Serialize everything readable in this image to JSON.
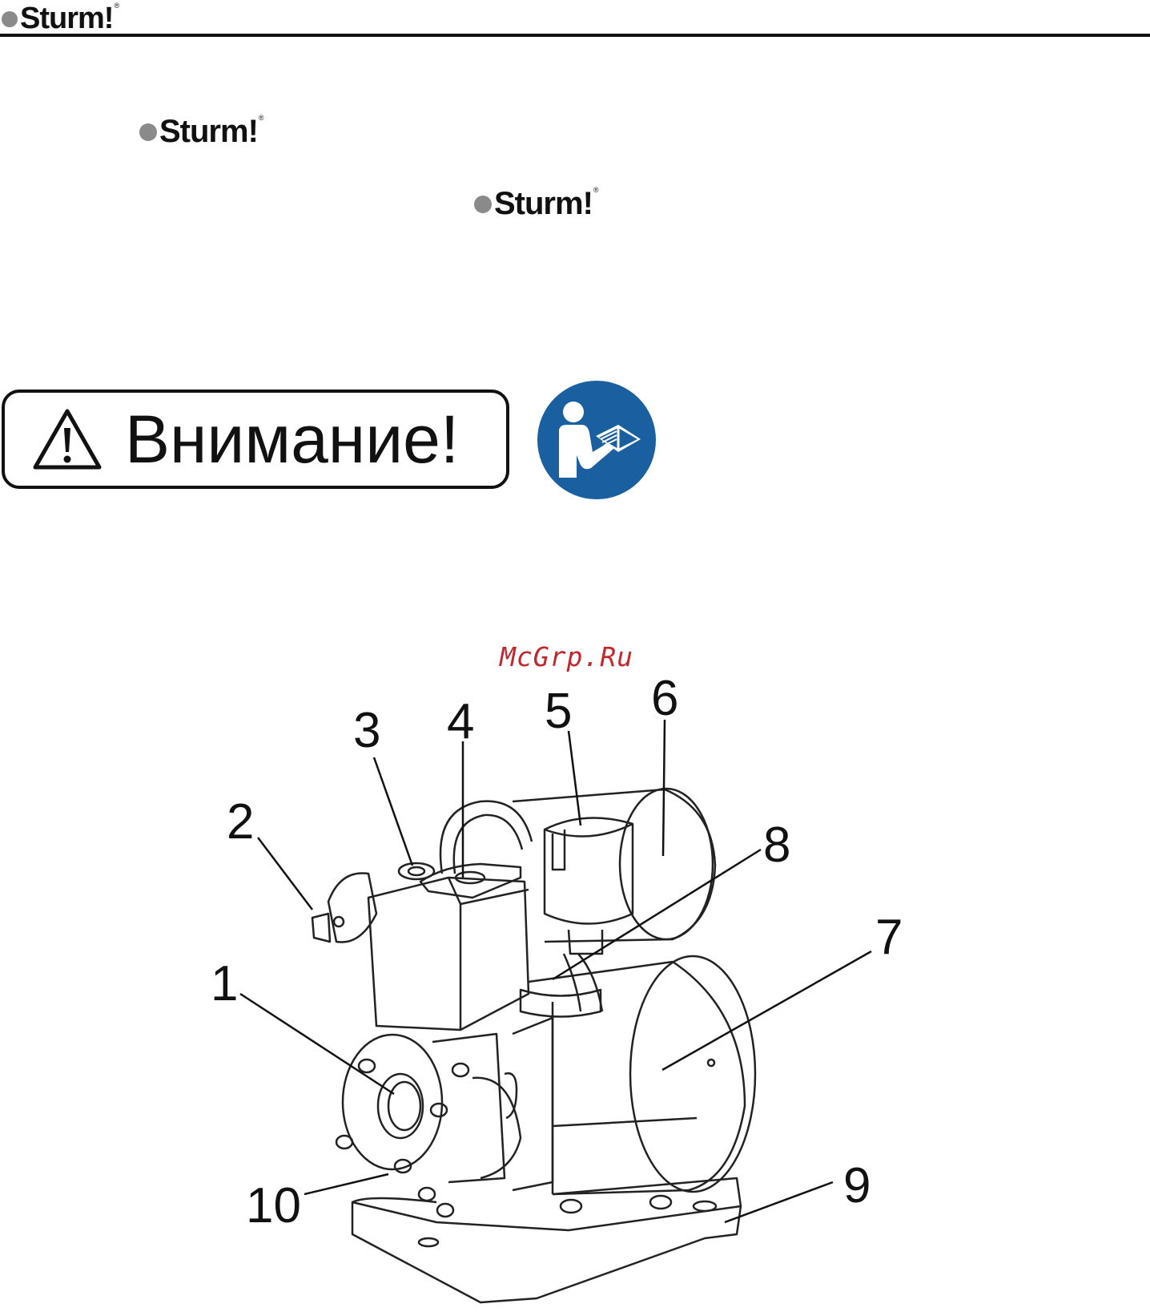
{
  "brand": {
    "name": "Sturm!",
    "reg_mark": "®"
  },
  "warning": {
    "label": "Внимание!",
    "icon": "warning-triangle-icon"
  },
  "manual_sign": {
    "icon": "read-manual-icon",
    "color": "#1a5fa0"
  },
  "watermark": {
    "text": "McGrp.Ru",
    "color": "#c0282d"
  },
  "diagram": {
    "callouts": [
      "1",
      "2",
      "3",
      "4",
      "5",
      "6",
      "7",
      "8",
      "9",
      "10"
    ]
  }
}
